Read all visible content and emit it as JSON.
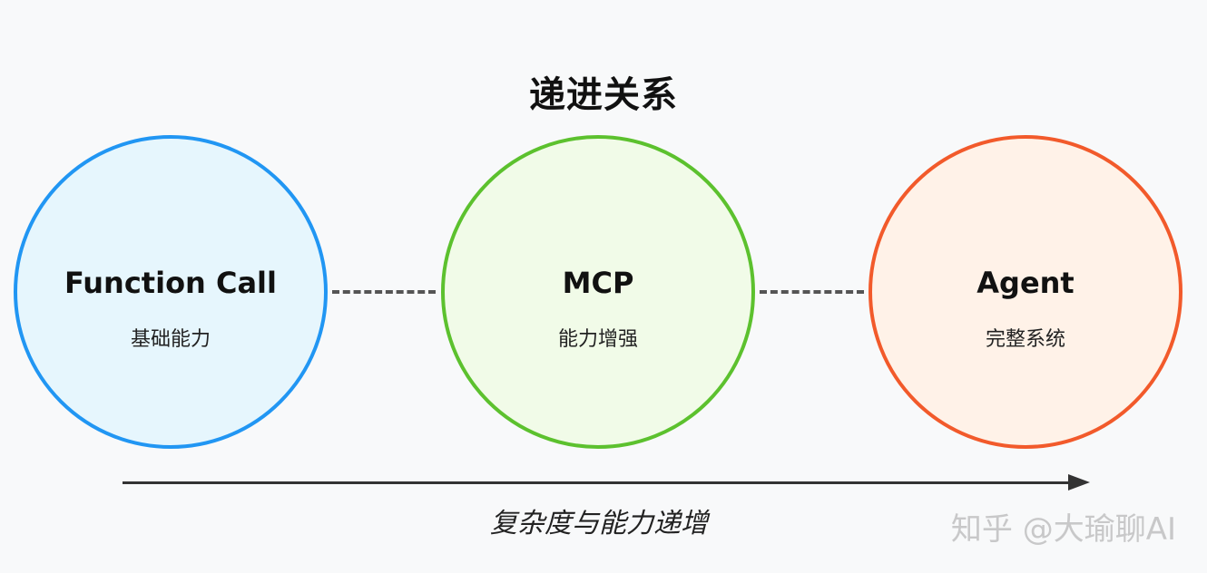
{
  "title": "递进关系",
  "nodes": [
    {
      "name": "Function Call",
      "desc": "基础能力",
      "border_color": "#2196f3",
      "fill_color": "#e6f6fd"
    },
    {
      "name": "MCP",
      "desc": "能力增强",
      "border_color": "#5cc12e",
      "fill_color": "#f1fbe8"
    },
    {
      "name": "Agent",
      "desc": "完整系统",
      "border_color": "#f25a2b",
      "fill_color": "#fff2e8"
    }
  ],
  "axis": {
    "label": "复杂度与能力递增"
  },
  "watermark": "知乎 @大瑜聊AI"
}
